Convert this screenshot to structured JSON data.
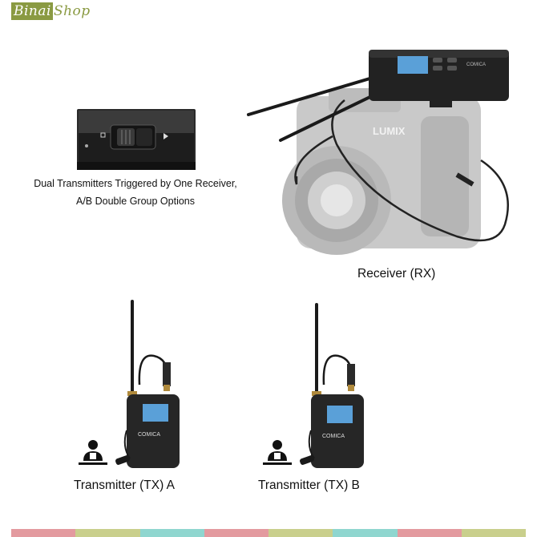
{
  "brand": {
    "part1": "Binai",
    "part2": "Shop"
  },
  "feature_caption": {
    "line1": "Dual Transmitters Triggered by One Receiver,",
    "line2": "A/B Double Group Options"
  },
  "receiver": {
    "label": "Receiver (RX)",
    "camera_brand": "LUMIX",
    "device_brand": "COMICA"
  },
  "transmitter_a": {
    "label": "Transmitter (TX) A",
    "brand": "COMICA"
  },
  "transmitter_b": {
    "label": "Transmitter (TX) B",
    "brand": "COMICA"
  },
  "colors": {
    "brand_green": "#8a9a42",
    "strip": [
      "#e39a9f",
      "#c9cf8c",
      "#8fd6cf",
      "#e39a9f",
      "#c9cf8c",
      "#8fd6cf",
      "#e39a9f",
      "#c9cf8c"
    ]
  },
  "icons": [
    "person-icon",
    "person-icon"
  ]
}
